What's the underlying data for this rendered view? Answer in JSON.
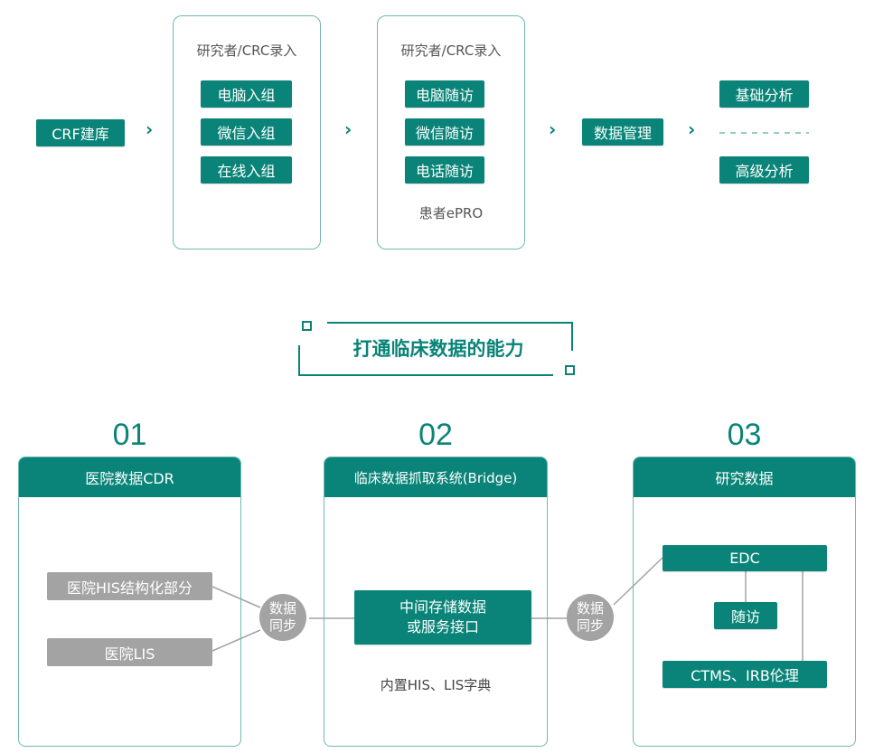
{
  "flow": {
    "start": "CRF建库",
    "enroll_frame": {
      "label": "研究者/CRC录入",
      "items": [
        "电脑入组",
        "微信入组",
        "在线入组"
      ]
    },
    "followup_frame": {
      "label": "研究者/CRC录入",
      "items": [
        "电脑随访",
        "微信随访",
        "电话随访"
      ],
      "footer": "患者ePRO"
    },
    "manage": "数据管理",
    "analysis": [
      "基础分析",
      "高级分析"
    ],
    "chevron": "›"
  },
  "section_title": "打通临床数据的能力",
  "panels": [
    {
      "number": "01",
      "title": "医院数据CDR",
      "items": [
        "医院HIS结构化部分",
        "医院LIS"
      ]
    },
    {
      "number": "02",
      "title": "临床数据抓取系统(Bridge)",
      "box_line1": "中间存储数据",
      "box_line2": "或服务接口",
      "note": "内置HIS、LIS字典"
    },
    {
      "number": "03",
      "title": "研究数据",
      "items": [
        "EDC",
        "随访",
        "CTMS、IRB伦理"
      ]
    }
  ],
  "sync_nodes": [
    {
      "line1": "数据",
      "line2": "同步"
    },
    {
      "line1": "数据",
      "line2": "同步"
    }
  ],
  "colors": {
    "accent": "#0a8478",
    "frame_border": "#6fb9b1",
    "gray_box": "#a3a3a3"
  }
}
